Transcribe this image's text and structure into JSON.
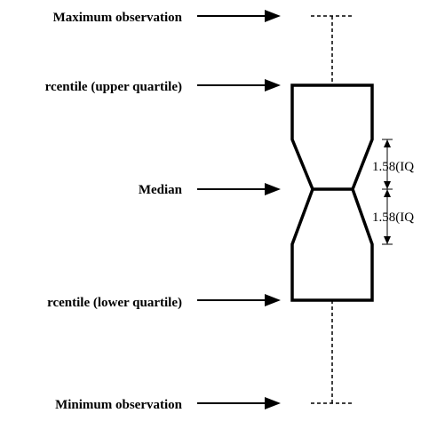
{
  "labels": {
    "maximum": "Maximum observation",
    "upper_quartile": "rcentile (upper quartile)",
    "median": "Median",
    "lower_quartile": "rcentile (lower quartile)",
    "minimum": "Minimum observation"
  },
  "notch_annotation": {
    "upper": "1.58(IQ",
    "lower": "1.58(IQ"
  }
}
